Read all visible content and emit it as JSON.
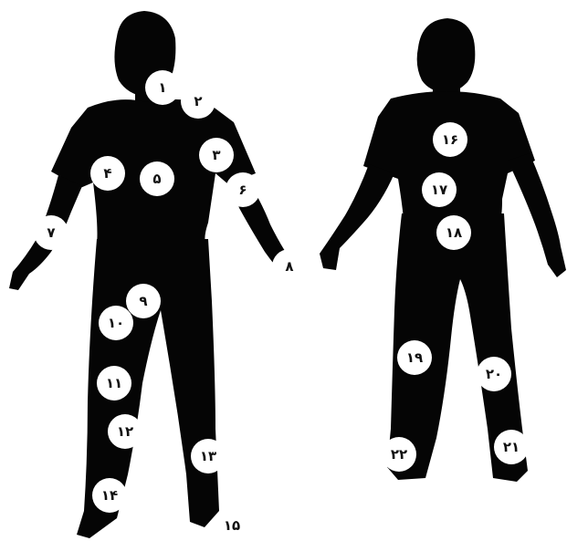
{
  "figure": {
    "front_label": "",
    "back_label": "",
    "silhouette_color": "#050505",
    "marker_fill": "#ffffff",
    "marker_text_color": "#111111"
  },
  "markers": [
    {
      "label": "١"
    },
    {
      "label": "٢"
    },
    {
      "label": "٣"
    },
    {
      "label": "۴"
    },
    {
      "label": "۵"
    },
    {
      "label": "۶"
    },
    {
      "label": "٧"
    },
    {
      "label": "٨"
    },
    {
      "label": "٩"
    },
    {
      "label": "١٠"
    },
    {
      "label": "١١"
    },
    {
      "label": "١٢"
    },
    {
      "label": "١٣"
    },
    {
      "label": "١۴"
    },
    {
      "label": "١۵"
    },
    {
      "label": "١۶"
    },
    {
      "label": "١٧"
    },
    {
      "label": "١٨"
    },
    {
      "label": "١٩"
    },
    {
      "label": "٢٠"
    },
    {
      "label": "٢١"
    },
    {
      "label": "٢٢"
    }
  ]
}
